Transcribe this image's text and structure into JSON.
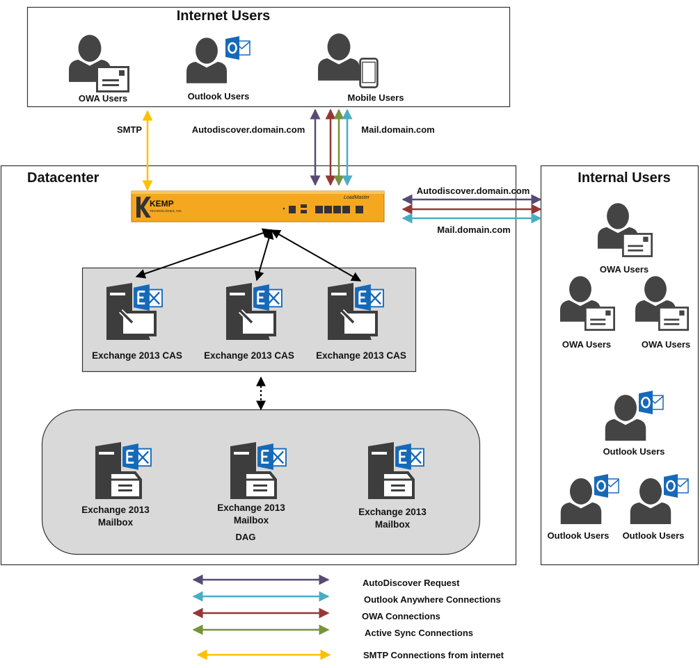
{
  "panels": {
    "internet_title": "Internet Users",
    "datacenter_title": "Datacenter",
    "internal_title": "Internal Users"
  },
  "internet_users": {
    "owa": "OWA Users",
    "outlook": "Outlook Users",
    "mobile": "Mobile Users"
  },
  "connection_labels": {
    "smtp": "SMTP",
    "autodiscover_top": "Autodiscover.domain.com",
    "mail_top": "Mail.domain.com",
    "autodiscover_internal": "Autodiscover.domain.com",
    "mail_internal": "Mail.domain.com"
  },
  "load_balancer": {
    "brand": "KEMP",
    "brand_sub": "TECHNOLOGIES, INC.",
    "model": "LoadMaster"
  },
  "cas": {
    "server1": "Exchange 2013 CAS",
    "server2": "Exchange 2013 CAS",
    "server3": "Exchange 2013 CAS"
  },
  "mailbox": {
    "server1_line1": "Exchange 2013",
    "server1_line2": "Mailbox",
    "server2_line1": "Exchange 2013",
    "server2_line2": "Mailbox",
    "server3_line1": "Exchange 2013",
    "server3_line2": "Mailbox",
    "dag": "DAG"
  },
  "internal_users": {
    "owa1": "OWA Users",
    "owa2": "OWA Users",
    "owa3": "OWA Users",
    "outlook1": "Outlook Users",
    "outlook2": "Outlook Users",
    "outlook3": "Outlook Users"
  },
  "legend": {
    "autodiscover": "AutoDiscover Request",
    "outlook_anywhere": "Outlook Anywhere Connections",
    "owa": "OWA Connections",
    "activesync": "Active Sync Connections",
    "smtp": "SMTP Connections from internet"
  },
  "colors": {
    "autodiscover": "#574a73",
    "outlook_anywhere": "#4bacc6",
    "owa": "#953735",
    "activesync": "#77933c",
    "smtp": "#ffc000",
    "black": "#000000",
    "user_icon": "#444444",
    "exchange_blue": "#1769b8",
    "kemp_orange": "#f5a81f",
    "panel_fill": "#d9d9d9"
  },
  "icons": {
    "user": "user-silhouette-icon",
    "envelope": "envelope-icon",
    "outlook": "outlook-icon",
    "phone": "mobile-phone-icon",
    "exchange": "exchange-logo-icon",
    "server": "server-icon"
  }
}
